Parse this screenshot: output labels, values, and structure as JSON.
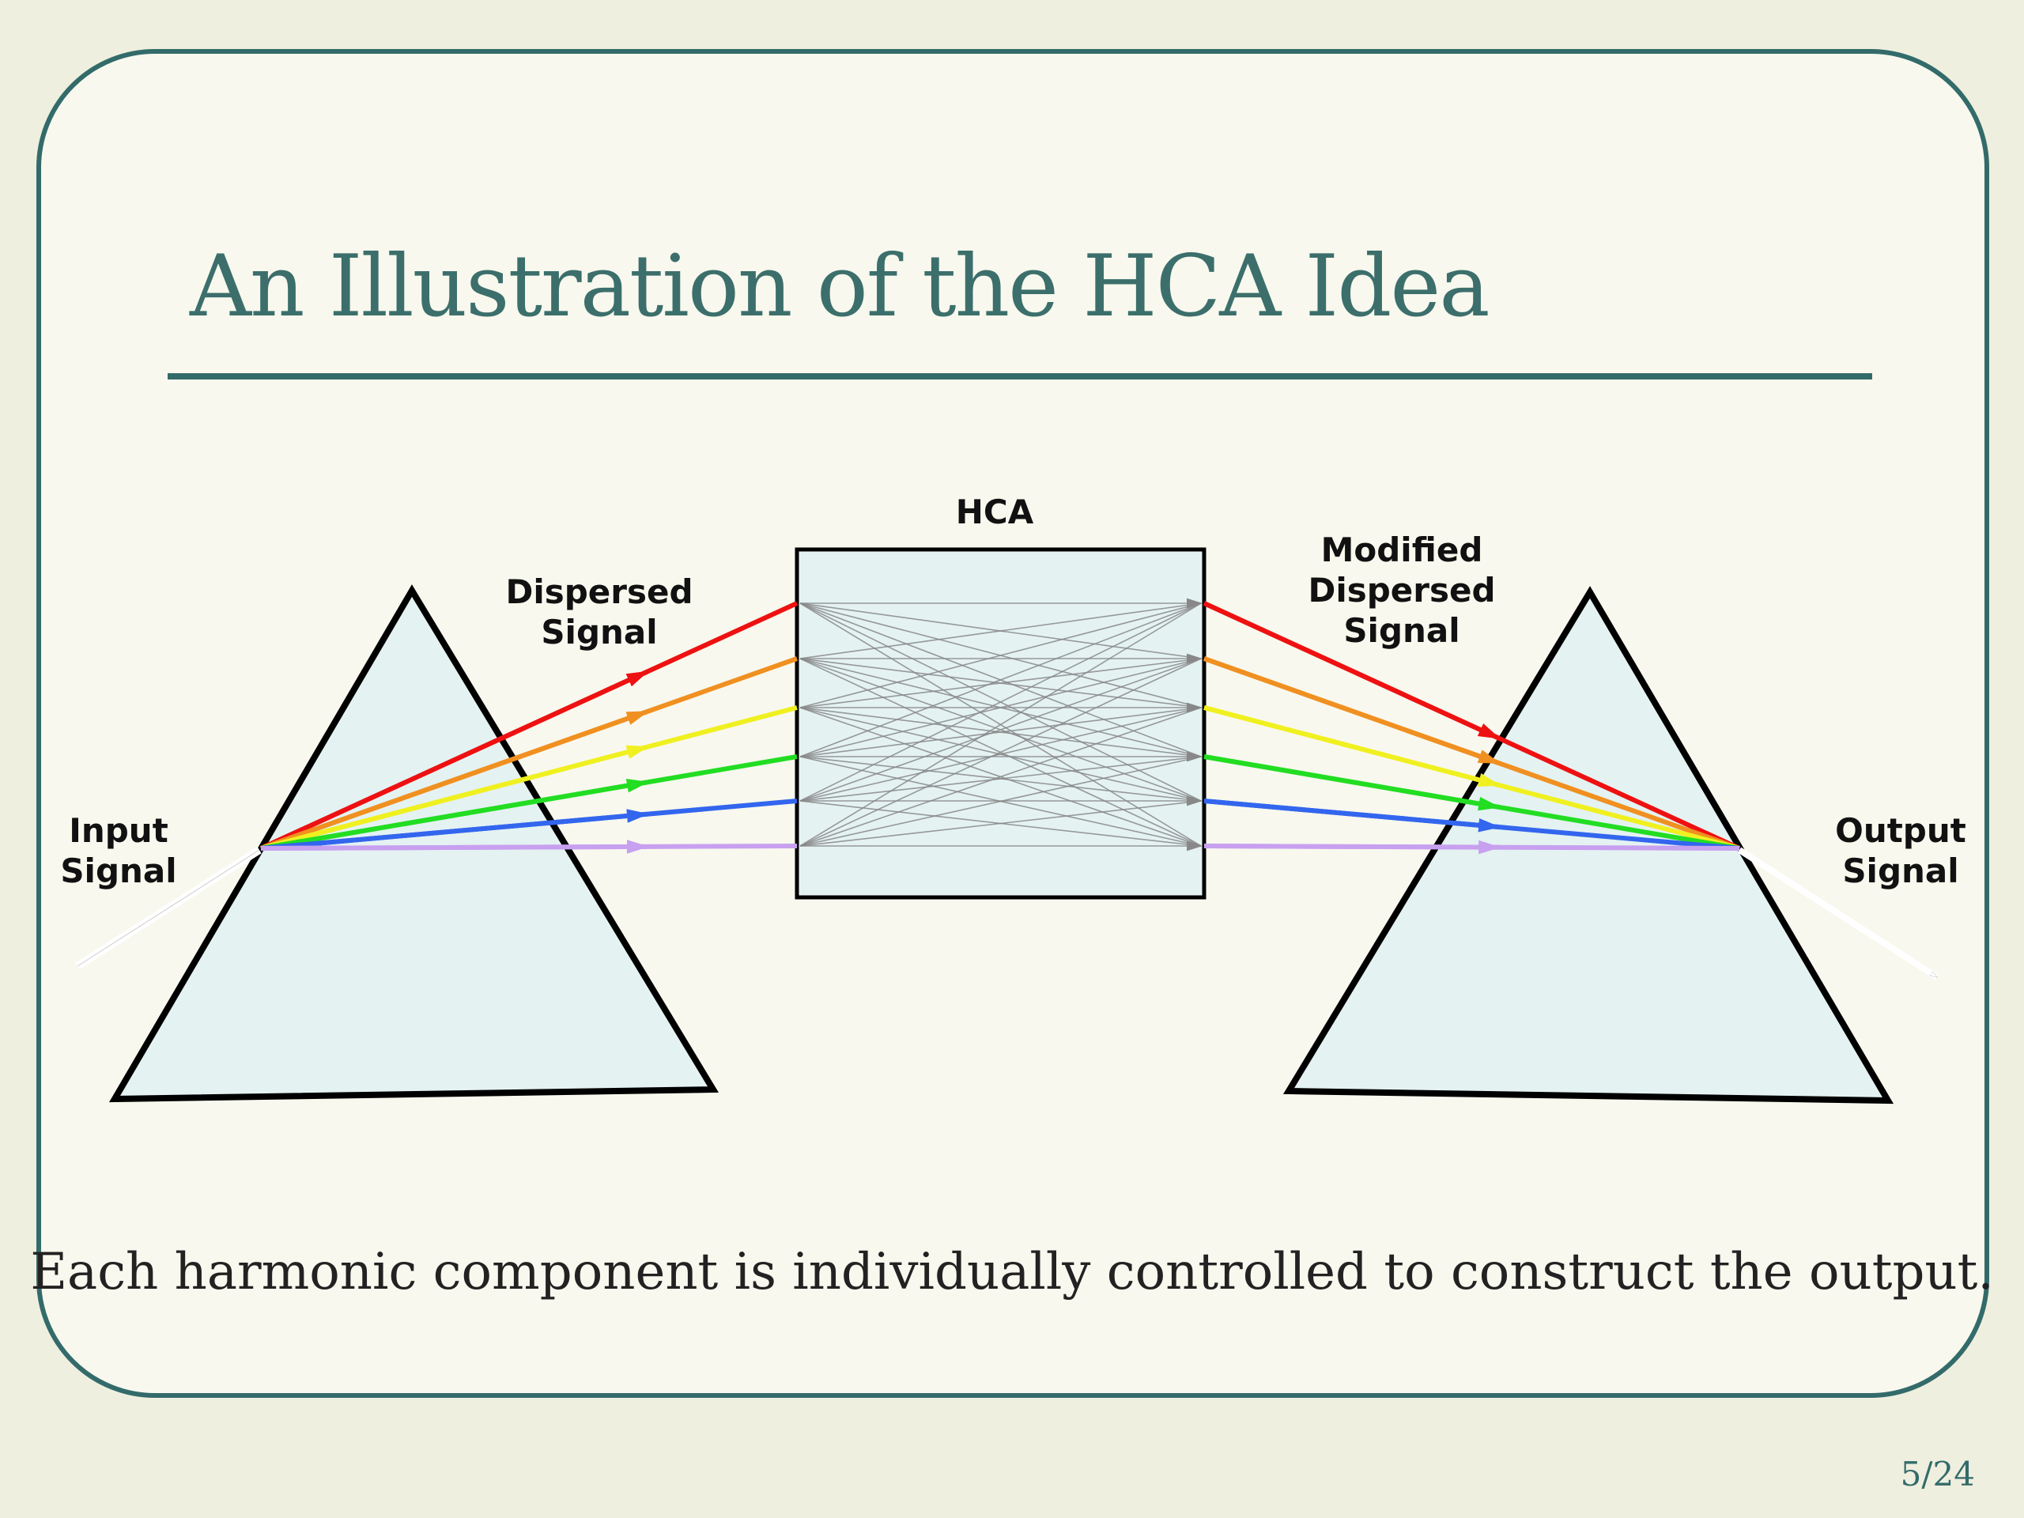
{
  "slide": {
    "title": "An Illustration of the HCA Idea",
    "caption": "Each harmonic component is individually controlled to construct the output.",
    "page_number": "5/24"
  },
  "diagram": {
    "labels": {
      "hca": "HCA",
      "dispersed_line1": "Dispersed",
      "dispersed_line2": "Signal",
      "modified_line1": "Modified",
      "modified_line2": "Dispersed",
      "modified_line3": "Signal",
      "input_line1": "Input",
      "input_line2": "Signal",
      "output_line1": "Output",
      "output_line2": "Signal"
    },
    "beam_colors": [
      "#ee1111",
      "#f09020",
      "#f0f020",
      "#22dd22",
      "#3366ee",
      "#c8a0f0"
    ],
    "colors": {
      "accent": "#336b6a",
      "prism_fill": "#e4f2f2",
      "box_fill": "#e4f2f2",
      "mesh": "#888888",
      "input_beam": "#ffffff"
    }
  }
}
